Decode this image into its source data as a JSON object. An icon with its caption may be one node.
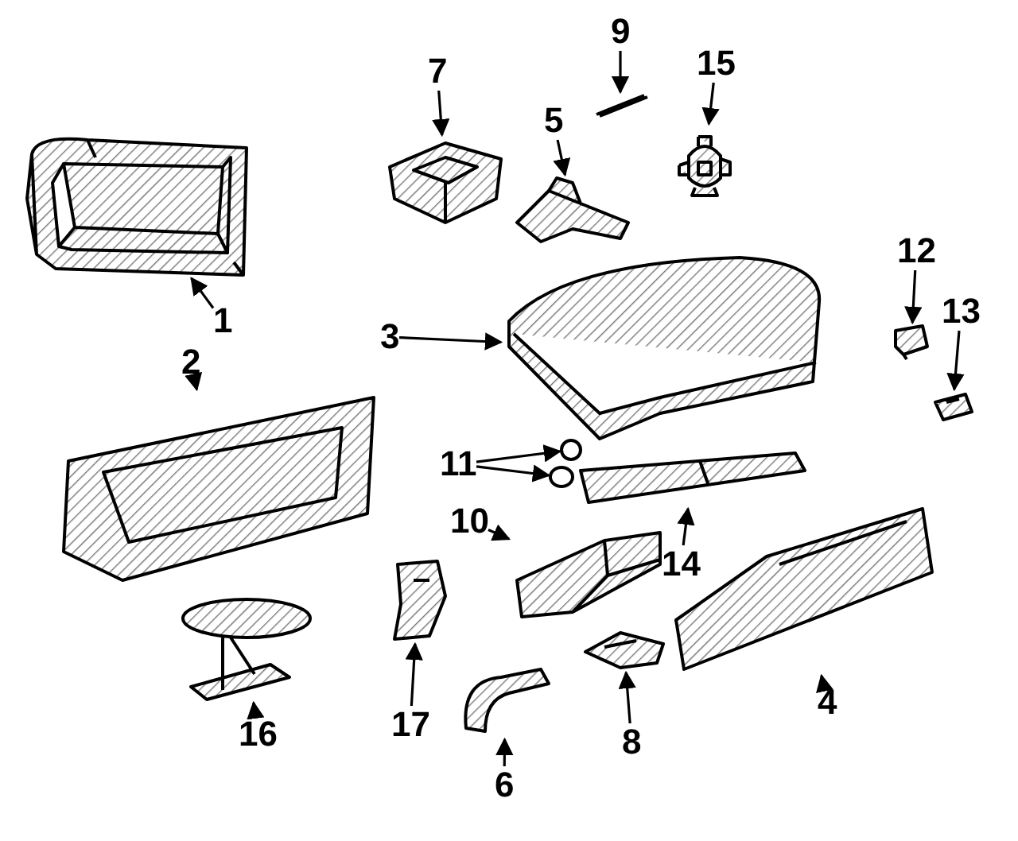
{
  "diagram": {
    "nodes": [
      {
        "text": [
          "1"
        ]
      },
      {
        "text": [
          "2"
        ]
      },
      {
        "text": [
          "3"
        ]
      },
      {
        "text": [
          "4"
        ]
      },
      {
        "text": [
          "5"
        ]
      },
      {
        "text": [
          "6"
        ]
      },
      {
        "text": [
          "7"
        ]
      },
      {
        "text": [
          "8"
        ]
      },
      {
        "text": [
          "9"
        ]
      },
      {
        "text": [
          "10"
        ]
      },
      {
        "text": [
          "11"
        ]
      },
      {
        "text": [
          "12"
        ]
      },
      {
        "text": [
          "13"
        ]
      },
      {
        "text": [
          "14"
        ]
      },
      {
        "text": [
          "15"
        ]
      },
      {
        "text": [
          "16"
        ]
      },
      {
        "text": [
          "17"
        ]
      },
      {
        "text": [],
        "shape": "picture"
      },
      {
        "text": [],
        "shape": "picture"
      },
      {
        "text": [],
        "shape": "picture"
      },
      {
        "text": [],
        "shape": "picture"
      },
      {
        "text": [],
        "shape": "picture"
      },
      {
        "text": [],
        "shape": "picture"
      },
      {
        "text": [],
        "shape": "picture"
      },
      {
        "text": [],
        "shape": "picture"
      },
      {
        "text": [],
        "shape": "picture"
      },
      {
        "text": [],
        "shape": "picture"
      },
      {
        "text": [],
        "shape": "circle"
      },
      {
        "text": [],
        "shape": "circle"
      },
      {
        "text": [],
        "shape": "picture"
      },
      {
        "text": [],
        "shape": "picture"
      },
      {
        "text": [],
        "shape": "picture"
      },
      {
        "text": [],
        "shape": "picture"
      },
      {
        "text": [],
        "shape": "picture"
      },
      {
        "text": [],
        "shape": "picture"
      }
    ],
    "edges": [
      {
        "from": 0,
        "to": 17,
        "arrow": "to"
      },
      {
        "from": 1,
        "to": 18,
        "arrow": "to"
      },
      {
        "from": 2,
        "to": 19,
        "arrow": "to"
      },
      {
        "from": 3,
        "to": 20,
        "arrow": "to"
      },
      {
        "from": 4,
        "to": 21,
        "arrow": "to"
      },
      {
        "from": 5,
        "to": 22,
        "arrow": "to"
      },
      {
        "from": 6,
        "to": 23,
        "arrow": "to"
      },
      {
        "from": 7,
        "to": 24,
        "arrow": "to"
      },
      {
        "from": 8,
        "to": 25,
        "arrow": "to"
      },
      {
        "from": 9,
        "to": 26,
        "arrow": "to"
      },
      {
        "from": 10,
        "to": 27,
        "arrow": "to"
      },
      {
        "from": 10,
        "to": 28,
        "arrow": "to"
      },
      {
        "from": 11,
        "to": 29,
        "arrow": "to"
      },
      {
        "from": 12,
        "to": 30,
        "arrow": "to"
      },
      {
        "from": 13,
        "to": 31,
        "arrow": "to"
      },
      {
        "from": 14,
        "to": 32,
        "arrow": "to"
      },
      {
        "from": 15,
        "to": 33,
        "arrow": "to"
      },
      {
        "from": 16,
        "to": 34,
        "arrow": "to"
      }
    ]
  }
}
